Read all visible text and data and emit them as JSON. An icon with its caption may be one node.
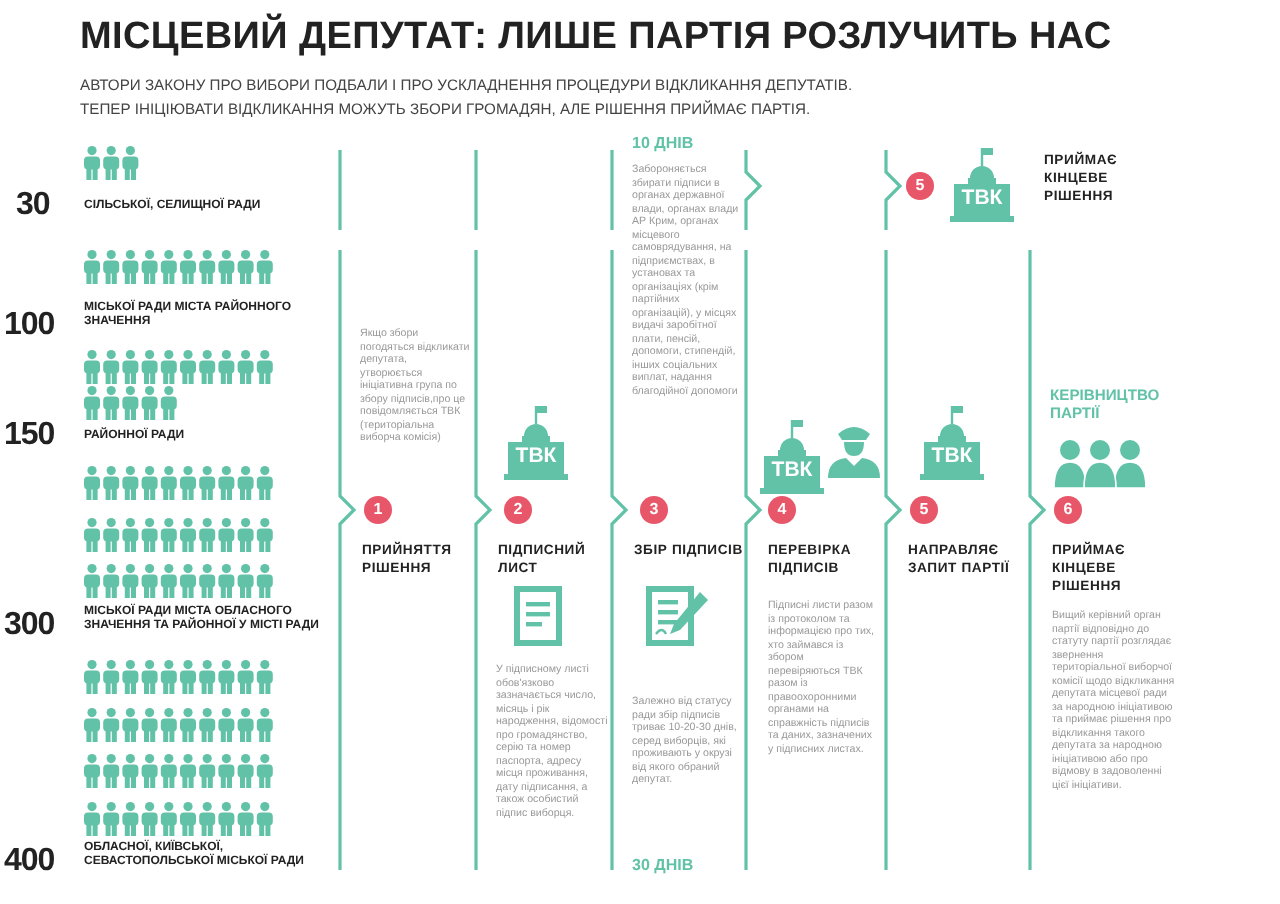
{
  "diagram": {
    "title": "МІСЦЕВИЙ ДЕПУТАТ: ЛИШЕ ПАРТІЯ РОЗЛУЧИТЬ НАС",
    "nodes": [
      {
        "text": [
          "30",
          "СІЛЬСЬКОЇ, СЕЛИЩНОЇ РАДИ"
        ]
      },
      {
        "text": [
          "100",
          "МІСЬКОЇ РАДИ МІСТА РАЙОННОГО ЗНАЧЕННЯ"
        ]
      },
      {
        "text": [
          "150",
          "РАЙОННОЇ РАДИ"
        ]
      },
      {
        "text": [
          "300",
          "МІСЬКОЇ РАДИ МІСТА ОБЛАСНОГО ЗНАЧЕННЯ ТА РАЙОННОЇ У МІСТІ РАДИ"
        ]
      },
      {
        "text": [
          "400",
          "ОБЛАСНОЇ, КИЇВСЬКОЇ, СЕВАСТОПОЛЬСЬКОЇ МІСЬКОЇ РАДИ"
        ]
      },
      {
        "text": [
          "1",
          "ПРИЙНЯТТЯ РІШЕННЯ"
        ]
      },
      {
        "text": [
          "ТВК",
          "2",
          "ПІДПИСНИЙ ЛИСТ",
          "У підписному листі обов'язково зазначається число, місяць і рік народження, відомості про громадянство, серію та номер паспорта, адресу місця проживання, дату підписання, а також особистий підпис виборця."
        ]
      },
      {
        "text": [
          "10 ДНІВ",
          "Забороняється збирати підписи в органах державної влади, органах влади АР Крим, органах місцевого самоврядування, на підприємствах, в установах та організаціях (крім партійних організацій), у місцях видачі заробітної плати, пенсій, допомоги, стипендій, інших соціальних виплат, надання благодійної допомоги",
          "3",
          "ЗБІР ПІДПИСІВ",
          "Залежно від статусу ради збір підписів триває 10-20-30 днів, серед виборців, які проживають у окрузі від якого обраний депутат.",
          "30 ДНІВ"
        ]
      },
      {
        "text": [
          "ТВК",
          "4",
          "ПЕРЕВІРКА ПІДПИСІВ",
          "Підписні листи разом із протоколом та інформацією про тих, хто займався із збором перевіряються ТВК разом із правоохоронними органами на справжність підписів та даних, зазначених у підписних листах."
        ]
      },
      {
        "text": [
          "5",
          "ТВК",
          "ПРИЙМАЄ КІНЦЕВЕ РІШЕННЯ"
        ]
      },
      {
        "text": [
          "ТВК",
          "5",
          "НАПРАВЛЯЄ ЗАПИТ ПАРТІЇ"
        ]
      },
      {
        "text": [
          "КЕРІВНИЦТВО ПАРТІЇ",
          "6",
          "ПРИЙМАЄ КІНЦЕВЕ РІШЕННЯ",
          "Вищий керівний орган партії відповідно до статуту партії розглядає звернення територіальної виборчої комісії щодо відкликання депутата місцевої ради за народною ініціативою та приймає рішення про відкликання такого депутата за народною ініціативою або про відмову в задоволенні цієї ініціативи."
        ]
      }
    ],
    "labels": [
      "АВТОРИ ЗАКОНУ ПРО ВИБОРИ ПОДБАЛИ І ПРО УСКЛАДНЕННЯ ПРОЦЕДУРИ ВІДКЛИКАННЯ ДЕПУТАТІВ.",
      "ТЕПЕР ІНІЦІЮВАТИ ВІДКЛИКАННЯ МОЖУТЬ ЗБОРИ ГРОМАДЯН, АЛЕ РІШЕННЯ ПРИЙМАЄ ПАРТІЯ.",
      "Якщо збори погодяться відкликати депутата, утворюється ініціативна група по збору підписів,про це повідомляється ТВК (територіальна виборча комісія)"
    ]
  }
}
